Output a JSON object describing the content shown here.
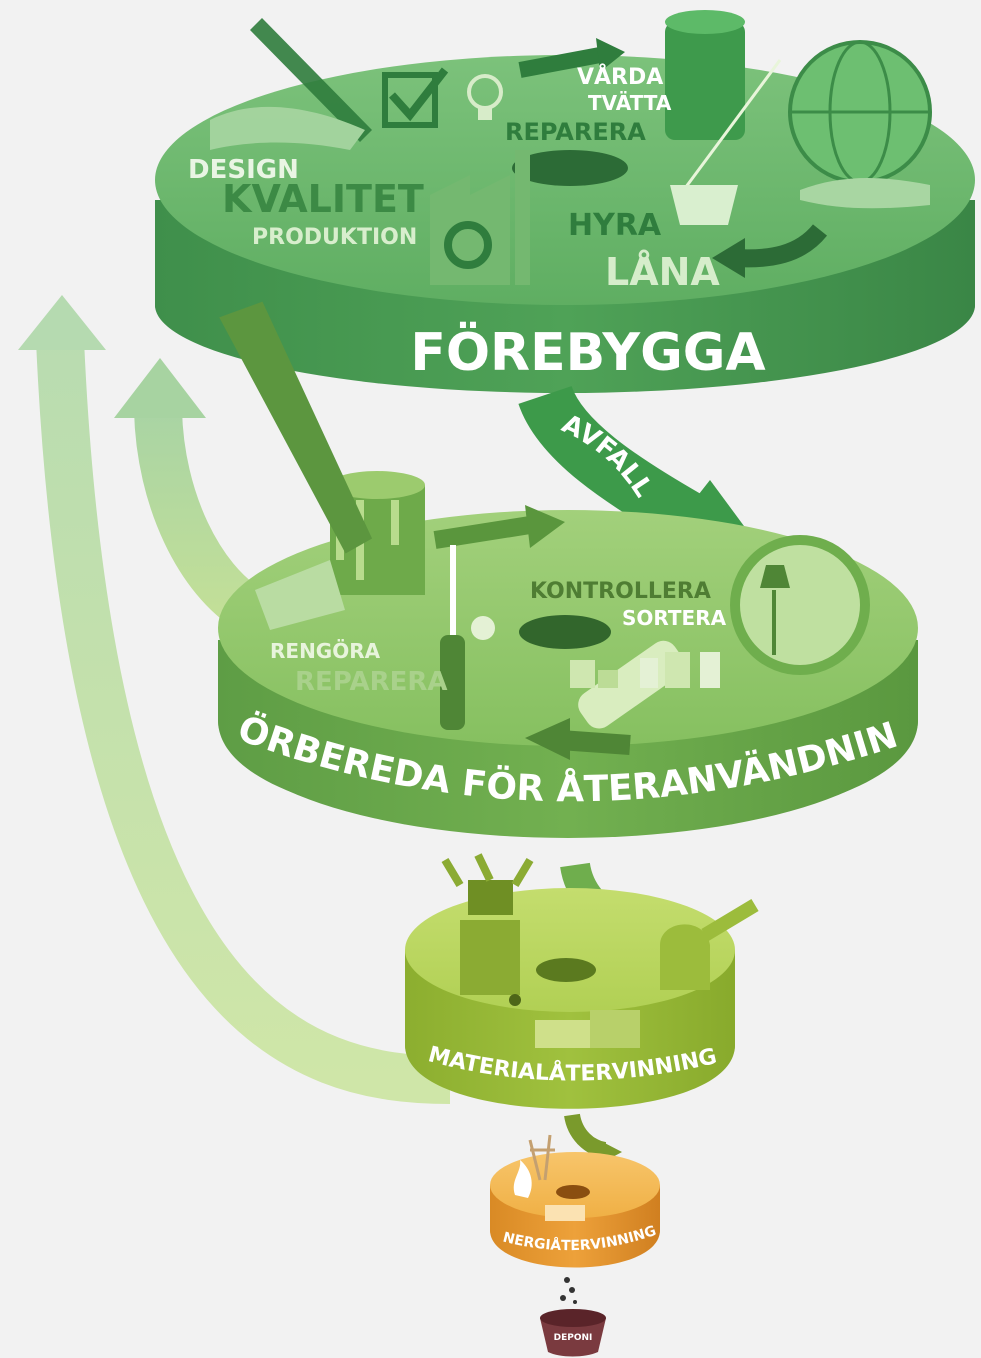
{
  "levels": {
    "prevent": {
      "title": "FÖREBYGGA",
      "labels": {
        "design": "DESIGN",
        "quality": "KVALITET",
        "production": "PRODUKTION",
        "care": "VÅRDA",
        "wash": "TVÄTTA",
        "repair": "REPARERA",
        "rent": "HYRA",
        "borrow": "LÅNA"
      }
    },
    "reuse": {
      "title": "FÖRBEREDA FÖR ÅTERANVÄNDNING",
      "labels": {
        "check": "KONTROLLERA",
        "sort": "SORTERA",
        "clean": "RENGÖRA",
        "repair": "REPARERA"
      }
    },
    "recycling": {
      "title": "MATERIALÅTERVINNING"
    },
    "energy": {
      "title": "ENERGIÅTERVINNING"
    },
    "landfill": {
      "title": "DEPONI"
    }
  },
  "flow": {
    "waste_label": "AVFALL"
  },
  "colors": {
    "background": "#f2f2f2",
    "prevent": "#5aa95e",
    "reuse": "#7dbb54",
    "recycling": "#a3c93f",
    "energy": "#eda13a",
    "landfill": "#7a3a3f"
  }
}
